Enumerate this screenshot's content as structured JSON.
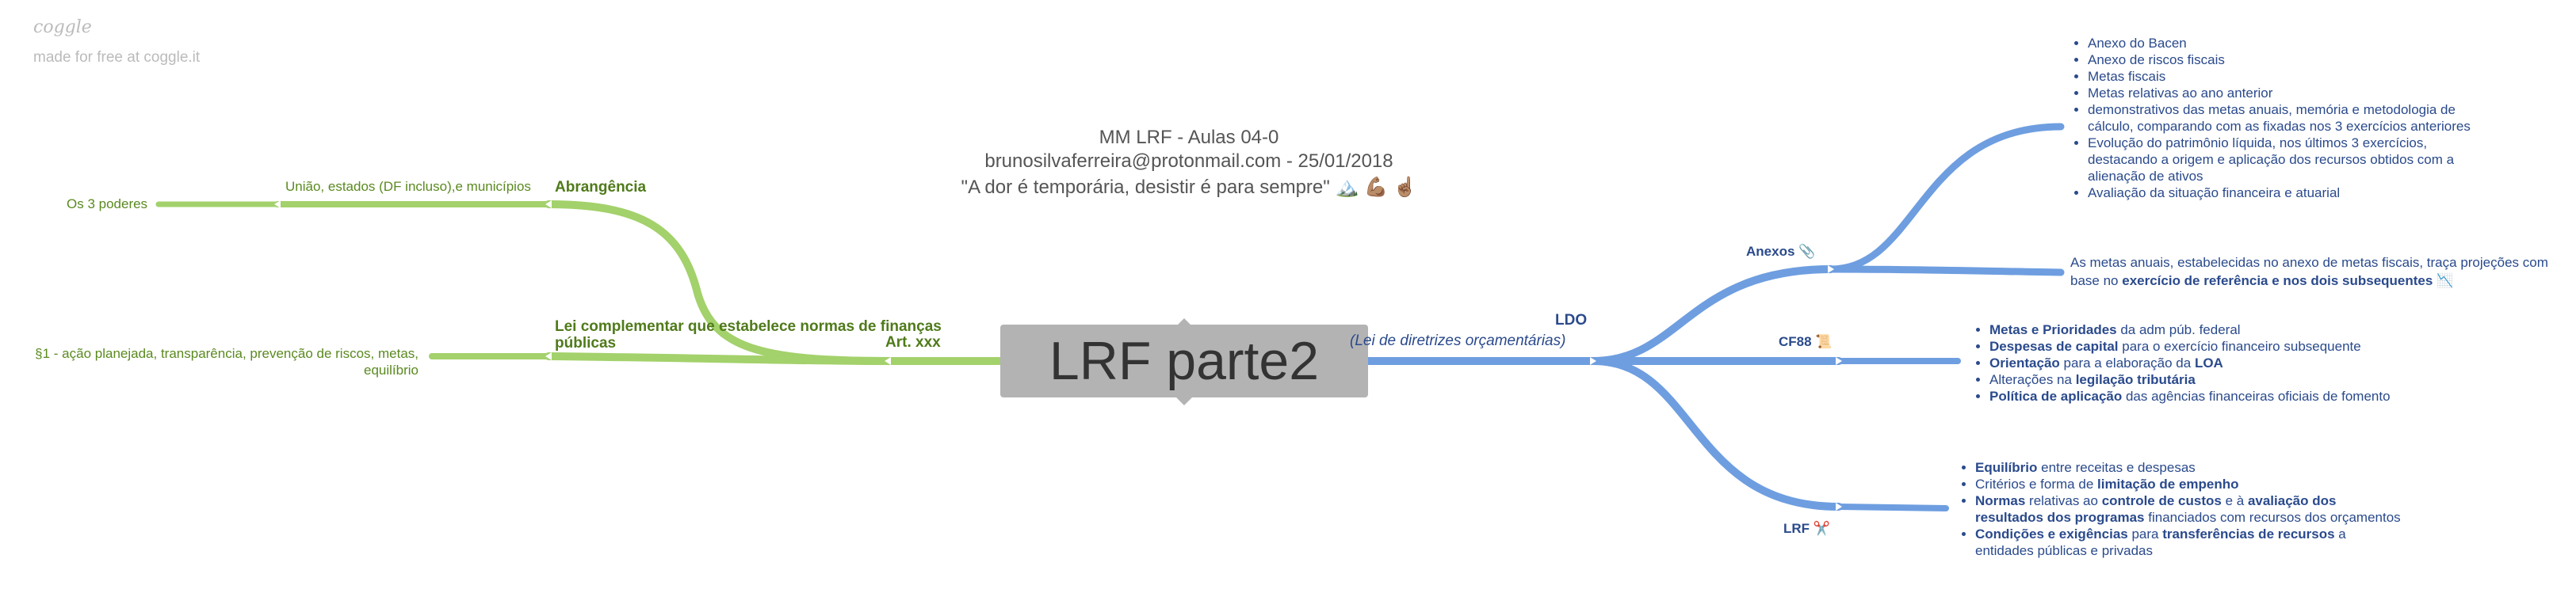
{
  "watermark": {
    "logo": "coggle",
    "made_with": "made for free at coggle.it"
  },
  "header": {
    "title": "MM LRF - Aulas 04-0",
    "email_date": "brunosilvaferreira@protonmail.com - 25/01/2018",
    "quote": "\"A dor é temporária, desistir é para sempre\"",
    "quote_emojis": "🏔️ 💪🏽 ☝🏽"
  },
  "central": {
    "label": "LRF parte2"
  },
  "left": {
    "art": {
      "label": "Art. xxx"
    },
    "abrangencia": {
      "label": "Abrangência",
      "detail": "União, estados (DF incluso),e municípios",
      "leaf": "Os 3 poderes"
    },
    "lei_complementar": {
      "line1": "Lei complementar que estabelece normas de finanças",
      "line2": "públicas",
      "detail_line1": "§1 - ação planejada, transparência, prevenção de riscos, metas,",
      "detail_line2": "equilíbrio"
    }
  },
  "right": {
    "ldo": {
      "label": "LDO",
      "sublabel": "(Lei de diretrizes orçamentárias)"
    },
    "anexos": {
      "label": "Anexos",
      "icon": "📎",
      "items": [
        "Anexo do Bacen",
        "Anexo de riscos fiscais",
        "Metas fiscais",
        "Metas relativas ao ano anterior",
        "demonstrativos das metas anuais, memória e metodologia de cálculo, comparando com as fixadas nos 3 exercícios anteriores",
        "Evolução do patrimônio líquida, nos últimos 3 exercícios, destacando a origem e aplicação dos recursos obtidos com a alienação de ativos",
        "Avaliação da situação financeira e atuarial"
      ],
      "note_line1": "As metas anuais, estabelecidas no anexo de metas fiscais, traça projeções com",
      "note_line2_pre": "base no ",
      "note_line2_bold": "exercício de referência e nos dois subsequentes",
      "note_icon": "📉"
    },
    "cf88": {
      "label": "CF88",
      "icon": "📜",
      "items": [
        {
          "bold": "Metas e Prioridades",
          "rest": " da adm púb. federal"
        },
        {
          "bold": "Despesas de capital",
          "rest": " para o exercício financeiro subsequente"
        },
        {
          "bold": "Orientação",
          "rest": " para a elaboração da ",
          "bold2": "LOA"
        },
        {
          "pre": "Alterações na ",
          "bold": "legilação tributária"
        },
        {
          "bold": "Política de aplicação",
          "rest": " das agências financeiras oficiais de fomento"
        }
      ]
    },
    "lrf": {
      "label": "LRF",
      "icon": "✂️",
      "items": {
        "i1_bold": "Equilíbrio",
        "i1_rest": " entre receitas e despesas",
        "i2_pre": "Critérios e forma de ",
        "i2_bold": "limitação de empenho",
        "i3_bold1": "Normas",
        "i3_mid1": " relativas ao ",
        "i3_bold2": "controle de custos",
        "i3_mid2": " e à ",
        "i3_bold3": "avaliação dos",
        "i3_bold4": "resultados dos programas",
        "i3_rest": " financiados com recursos dos orçamentos",
        "i4_bold1": "Condições e exigências",
        "i4_mid": " para ",
        "i4_bold2": "transferências de recursos",
        "i4_rest": " a",
        "i4_line2": "entidades públicas e privadas"
      }
    }
  },
  "colors": {
    "left_branch": "#a3d16b",
    "right_branch": "#6e9ee0",
    "central_bg": "#b3b3b3"
  }
}
